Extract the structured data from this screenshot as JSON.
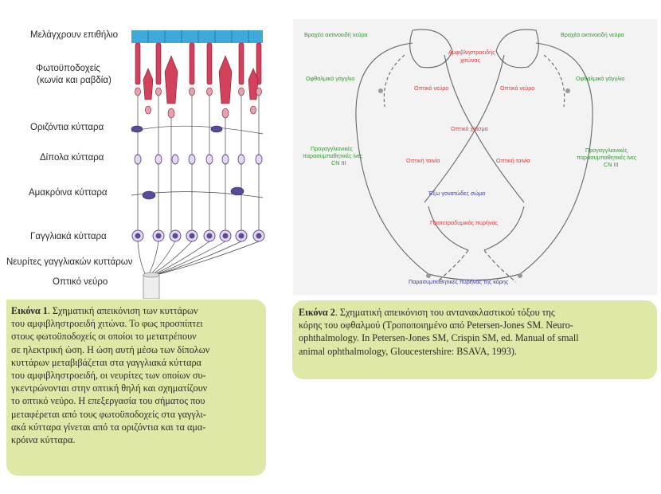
{
  "figure1": {
    "labels": {
      "pigment": "Μελάγχρουν επιθήλιο",
      "photoreceptors_1": "Φωτοϋποδοχείς",
      "photoreceptors_2": "(κωνία και ραβδία)",
      "horizontal": "Οριζόντια κύτταρα",
      "bipolar": "Δίπολα κύτταρα",
      "amacrine": "Αμακρόινα κύτταρα",
      "ganglion": "Γαγγλιακά κύτταρα",
      "neurites": "Νευρίτες γαγγλιακών κυττάρων",
      "optic_nerve": "Οπτικό νεύρο"
    },
    "caption": {
      "title": "Εικόνα 1",
      "lines": [
        ". Σχηματική απεικόνιση των κυττάρων",
        "του αμφιβληστροειδή χιτώνα. Το φως προσπίπτει",
        "στους φωτοϋποδοχείς οι οποίοι το μετατρέπουν",
        "σε ηλεκτρική ώση. Η ώση αυτή μέσω των δίπολων",
        "κυττάρων μεταβιβάζεται στα γαγγλιακά κύτταρα",
        "του αμφιβληστροειδή, οι νευρίτες των οποίων συ-",
        "γκεντρώνονται στην οπτική θηλή και σχηματίζουν",
        "το οπτικό νεύρο. Η επεξεργασία του σήματος που",
        "μεταφέρεται από τους φωτοϋποδοχείς στα γαγγλι-",
        "ακά κύτταρα γίνεται από τα οριζόντια και τα αμα-",
        "κρόινα κύτταρα."
      ]
    }
  },
  "figure2": {
    "labels": {
      "short_ciliary_left": "Βραχέα ακτινοειδή νεύρα",
      "short_ciliary_right": "Βραχέα ακτινοειδή νεύρα",
      "ciliary_ganglion_left": "Οφθαλμικό γάγγλιο",
      "ciliary_ganglion_right": "Οφθαλμικό γάγγλιο",
      "retina_1": "Αμφιβληστροειδής",
      "retina_2": "χιτώνας",
      "optic_nerve_left": "Οπτικό νεύρο",
      "optic_nerve_right": "Οπτικό νεύρο",
      "chiasm": "Οπτικό χίασμα",
      "preganglionic_left_1": "Προγαγγλιονικές",
      "preganglionic_left_2": "παρασυμπαθητικές ίνες",
      "preganglionic_left_3": "CN III",
      "preganglionic_right_1": "Προγαγγλιονικές",
      "preganglionic_right_2": "παρασυμπαθητικές ίνες",
      "preganglionic_right_3": "CN III",
      "optic_tract_left": "Οπτική ταινία",
      "optic_tract_right": "Οπτική ταινία",
      "lateral_geniculate": "Έξω γονατώδες σώμα",
      "pretectal": "Προτετραδυμικός πυρήνας",
      "parasympathetic_nucleus": "Παρασυμπαθητικές πυρήνας της κόρης"
    },
    "caption": {
      "title": "Εικόνα 2",
      "lines": [
        ". Σχηματική απεικόνιση του αντανακλαστικού τόξου της",
        "κόρης του οφθαλμού (Τροποποιημένο από Petersen-Jones SM. Neuro-",
        "ophthalmology. In Petersen-Jones SM, Crispin SM, ed. Manual of small",
        "animal ophthalmology, Gloucestershire: BSAVA, 1993)."
      ]
    }
  },
  "colors": {
    "caption_bg": "#dfe8a6",
    "pigment_blue": "#3fa9dc",
    "photoreceptor_red": "#d2425c",
    "cell_purple": "#5a4a9a",
    "green_text": "#2f9a2f",
    "red_text": "#d63a3a",
    "blue_text": "#3a3aa8"
  }
}
